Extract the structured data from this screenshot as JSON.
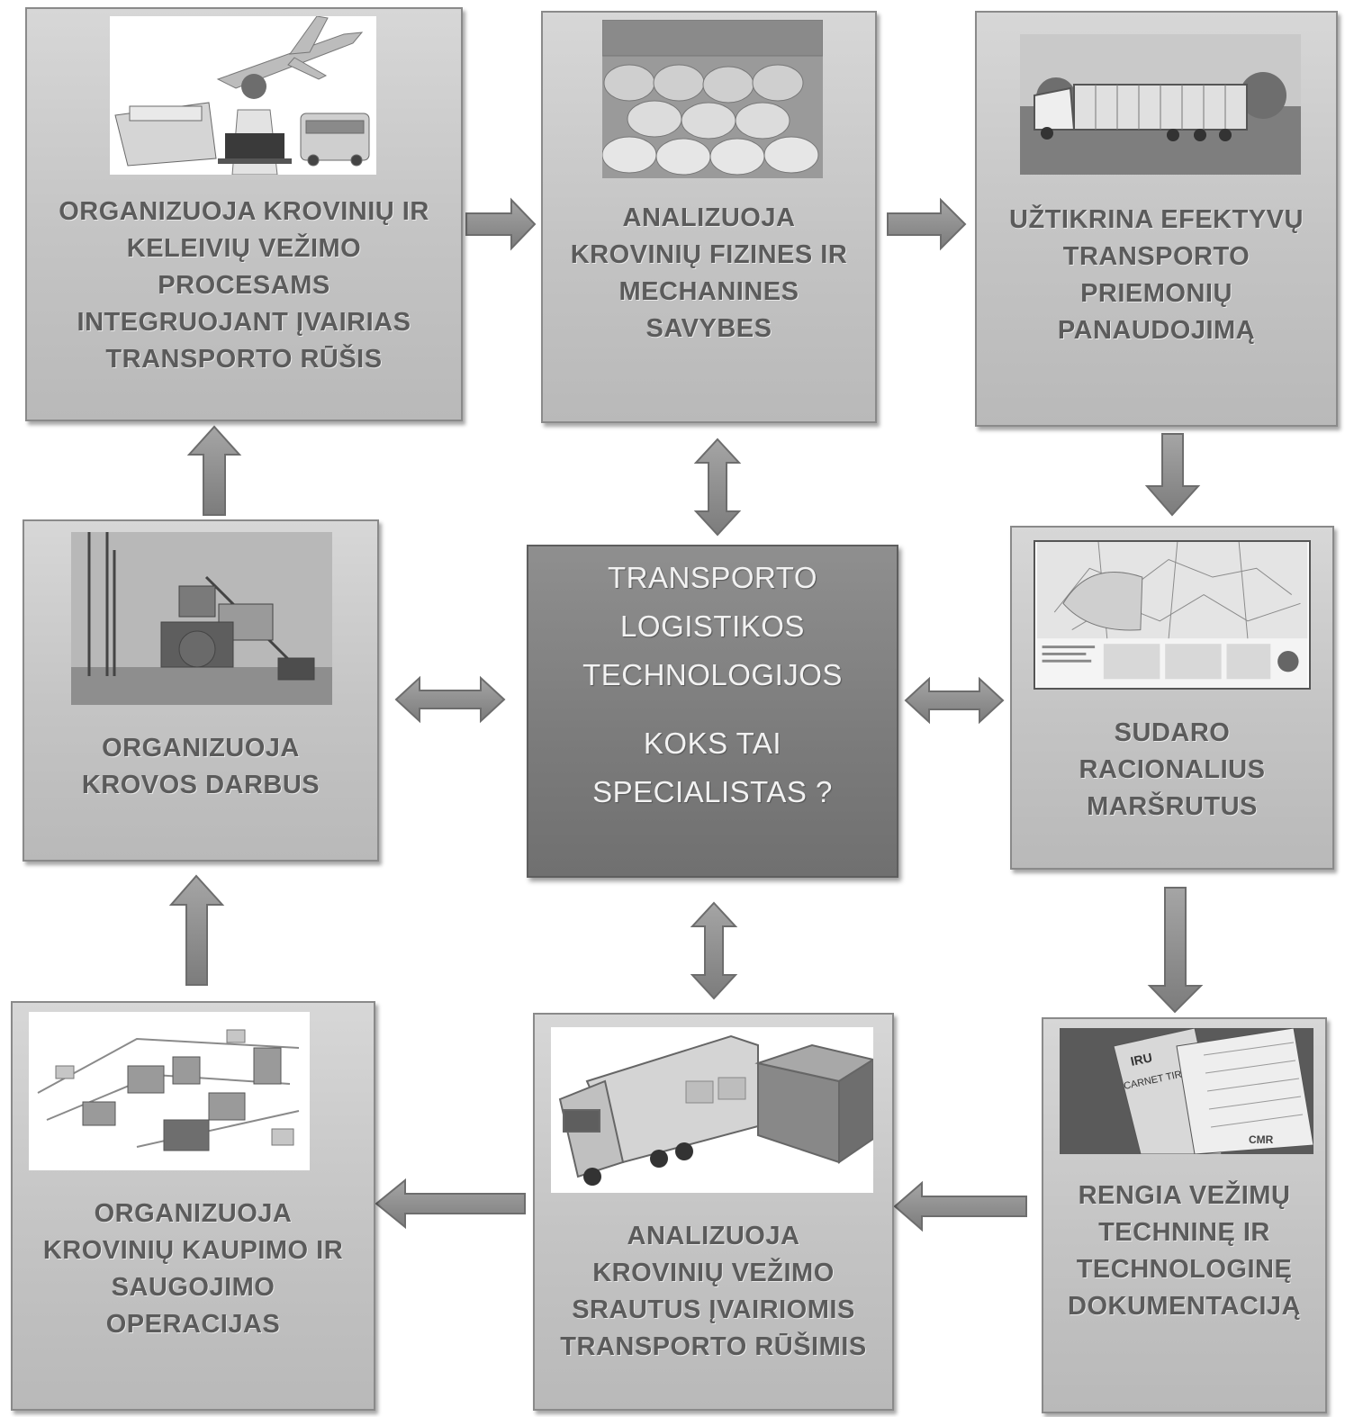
{
  "center": {
    "lines": [
      "TRANSPORTO",
      "LOGISTIKOS",
      "TECHNOLOGIJOS",
      "KOKS TAI",
      "SPECIALISTAS ?"
    ]
  },
  "boxes": {
    "top_left": {
      "lines": [
        "ORGANIZUOJA  KROVINIŲ IR",
        "KELEIVIŲ VEŽIMO",
        "PROCESAMS",
        "INTEGRUOJANT ĮVAIRIAS",
        "TRANSPORTO RŪŠIS"
      ],
      "image": "airplane-ship-bus-laptop-image"
    },
    "top_center": {
      "lines": [
        "ANALIZUOJA",
        "KROVINIŲ FIZINES IR",
        "MECHANINES",
        "SAVYBES"
      ],
      "image": "cargo-rolls-image"
    },
    "top_right": {
      "lines": [
        "UŽTIKRINA EFEKTYVŲ",
        "TRANSPORTO",
        "PRIEMONIŲ",
        "PANAUDOJIMĄ"
      ],
      "image": "truck-trailer-image"
    },
    "mid_left": {
      "lines": [
        "ORGANIZUOJA",
        "KROVOS DARBUS"
      ],
      "image": "port-crane-image"
    },
    "mid_right": {
      "lines": [
        "SUDARO",
        "RACIONALIUS",
        "MARŠRUTUS"
      ],
      "image": "route-map-image"
    },
    "bot_left": {
      "lines": [
        "ORGANIZUOJA",
        "KROVINIŲ KAUPIMO IR",
        "SAUGOJIMO",
        "OPERACIJAS"
      ],
      "image": "warehouse-layout-image"
    },
    "bot_center": {
      "lines": [
        "ANALIZUOJA",
        "KROVINIŲ VEŽIMO",
        "SRAUTUS ĮVAIRIOMIS",
        "TRANSPORTO RŪŠIMIS"
      ],
      "image": "truck-container-image"
    },
    "bot_right": {
      "lines": [
        "RENGIA VEŽIMŲ",
        "TECHNINĘ IR",
        "TECHNOLOGINĘ",
        "DOKUMENTACIJĄ"
      ],
      "image": "cmr-documents-image"
    }
  },
  "doc_labels": {
    "tir": "IRU",
    "carnet": "CARNET TIR",
    "cmr": "CMR"
  },
  "colors": {
    "box_fill": "#c8c8c8",
    "center_fill": "#7f7f7f",
    "arrow_fill": "#8e8e8e",
    "text": "#5b5b5b"
  }
}
